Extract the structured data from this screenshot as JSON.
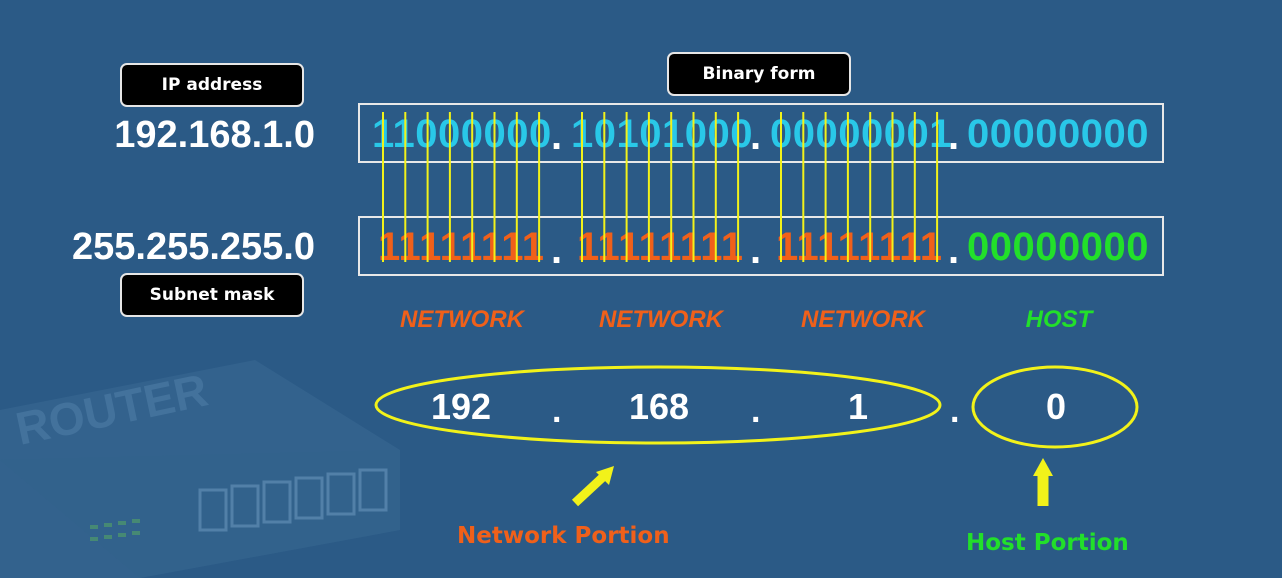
{
  "labels": {
    "ip_address": "IP address",
    "binary_form": "Binary form",
    "subnet_mask": "Subnet mask"
  },
  "ip": {
    "decimal": "192.168.1.0",
    "binary_octets": [
      "11000000",
      "10101000",
      "00000001",
      "00000000"
    ]
  },
  "mask": {
    "decimal": "255.255.255.0",
    "binary_octets": [
      "11111111",
      "11111111",
      "11111111",
      "00000000"
    ]
  },
  "portions": [
    "NETWORK",
    "NETWORK",
    "NETWORK",
    "HOST"
  ],
  "octets": [
    "192",
    "168",
    "1",
    "0"
  ],
  "separator": ".",
  "captions": {
    "network": "Network Portion",
    "host": "Host Portion"
  },
  "background_text": "ROUTER",
  "colors": {
    "background": "#2b5a86",
    "ip_bits": "#29c8e8",
    "mask_network_bits": "#f0601a",
    "mask_host_bits": "#22e02a",
    "network_label": "#f0601a",
    "host_label": "#22e02a",
    "connector_lines": "#f2f21a",
    "ellipse": "#f2f21a",
    "arrow": "#f2f21a"
  },
  "icons": {
    "network_arrow": "arrow-up-right-icon",
    "host_arrow": "arrow-up-icon"
  }
}
